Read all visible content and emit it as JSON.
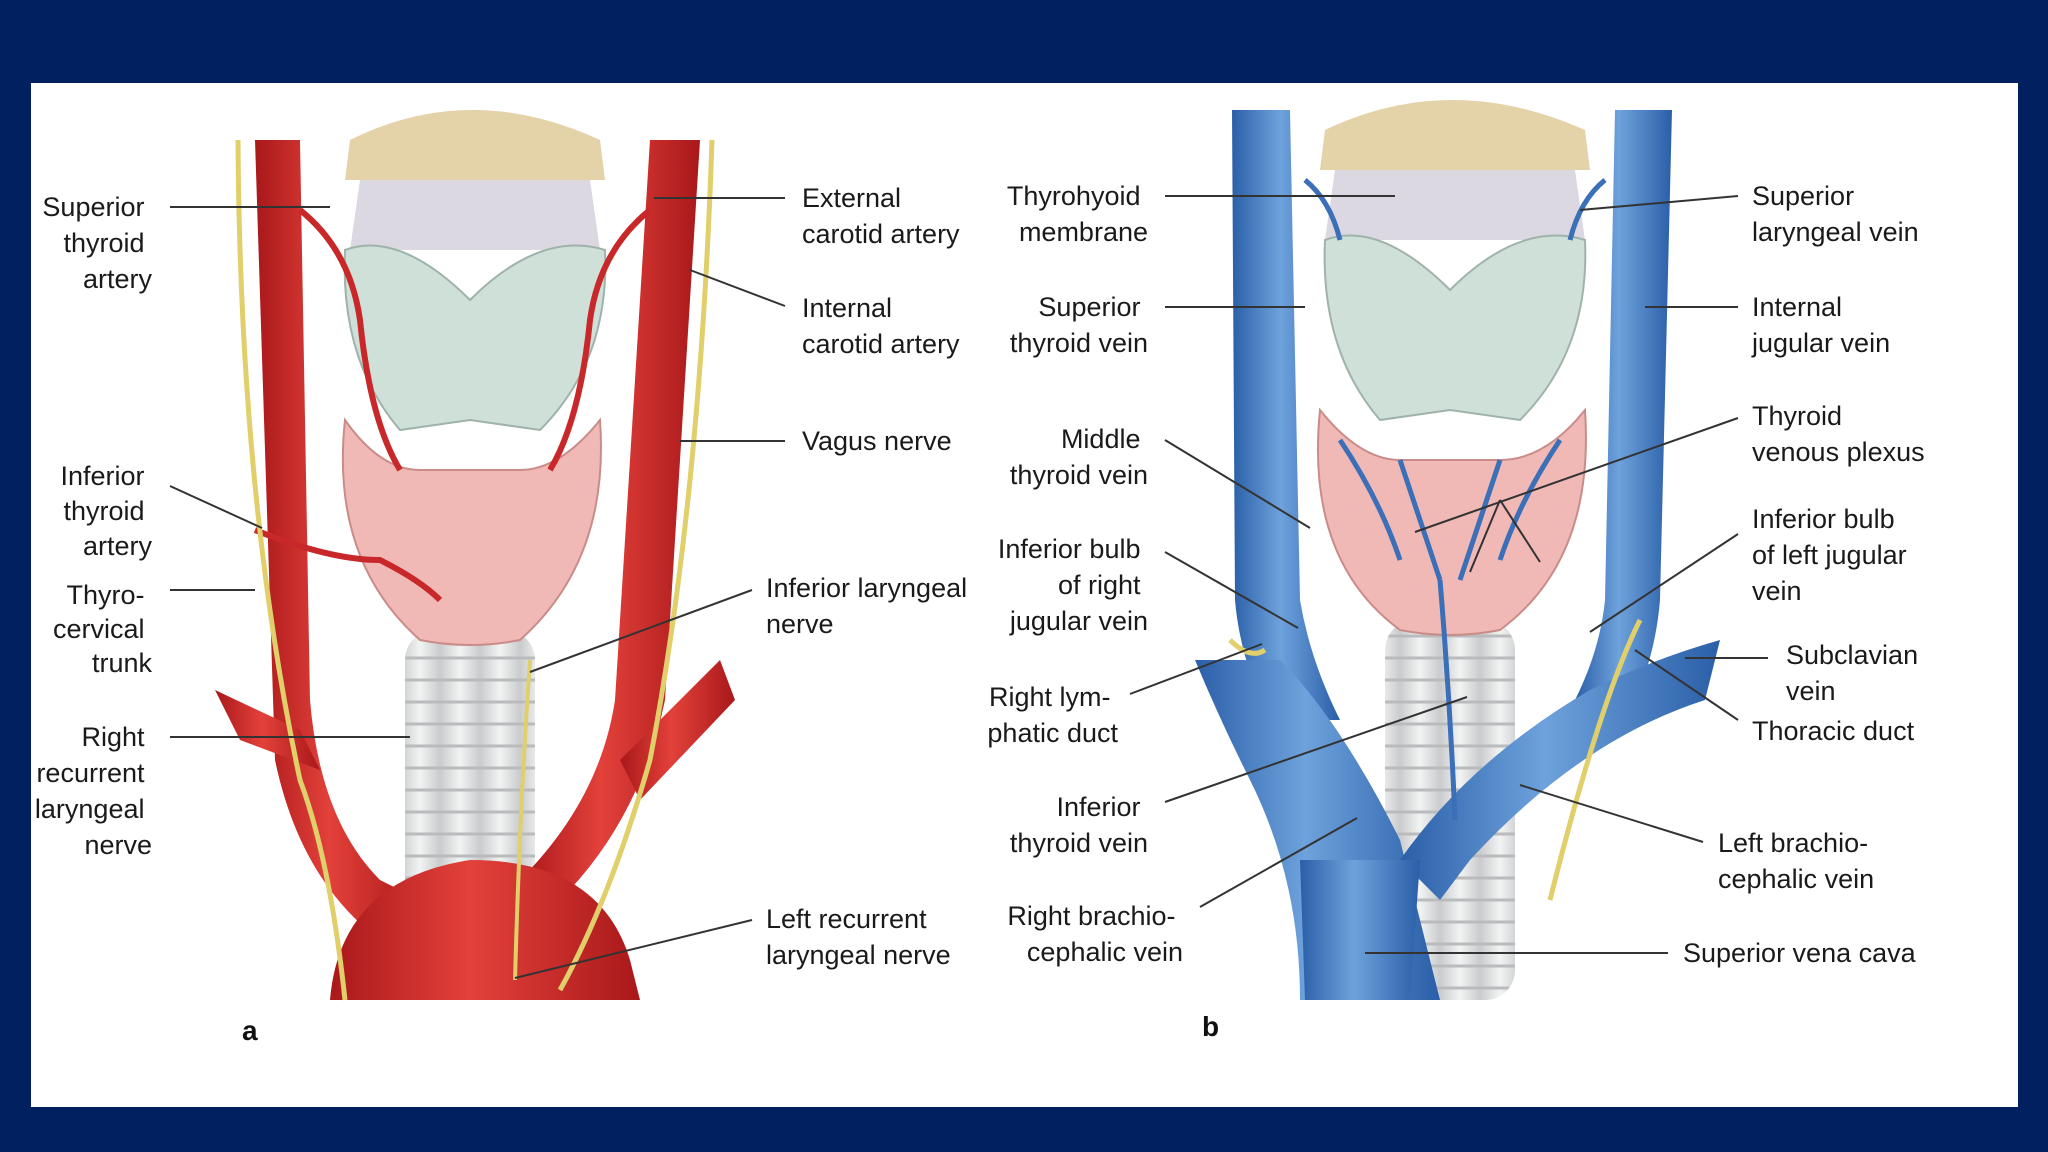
{
  "colors": {
    "frame": "#00205f",
    "artery": "#d6302b",
    "vein": "#3b78c4",
    "nerve": "#e0cf6a",
    "thyroid": "#f0b9b6",
    "cartilage": "#dfe2e3",
    "trachea": "#e8e9ea"
  },
  "panel_a": {
    "letter": "a",
    "labels": {
      "superior_thyroid_artery": [
        "Superior",
        "thyroid",
        "artery"
      ],
      "external_carotid_artery": [
        "External",
        "carotid artery"
      ],
      "internal_carotid_artery": [
        "Internal",
        "carotid artery"
      ],
      "vagus_nerve": [
        "Vagus nerve"
      ],
      "inferior_thyroid_artery": [
        "Inferior",
        "thyroid",
        "artery"
      ],
      "thyrocervical_trunk": [
        "Thyro-",
        "cervical",
        "trunk"
      ],
      "inferior_laryngeal_nerve": [
        "Inferior laryngeal",
        "nerve"
      ],
      "right_recurrent_laryngeal_nerve": [
        "Right",
        "recurrent",
        "laryngeal",
        "nerve"
      ],
      "left_recurrent_laryngeal_nerve": [
        "Left recurrent",
        "laryngeal nerve"
      ]
    }
  },
  "panel_b": {
    "letter": "b",
    "labels": {
      "thyrohyoid_membrane": [
        "Thyrohyoid",
        "membrane"
      ],
      "superior_laryngeal_vein": [
        "Superior",
        "laryngeal vein"
      ],
      "superior_thyroid_vein": [
        "Superior",
        "thyroid vein"
      ],
      "internal_jugular_vein": [
        "Internal",
        "jugular vein"
      ],
      "middle_thyroid_vein": [
        "Middle",
        "thyroid vein"
      ],
      "thyroid_venous_plexus": [
        "Thyroid",
        "venous plexus"
      ],
      "inferior_bulb_right_jugular_vein": [
        "Inferior bulb",
        "of right",
        "jugular vein"
      ],
      "inferior_bulb_left_jugular_vein": [
        "Inferior bulb",
        "of left jugular",
        "vein"
      ],
      "right_lymphatic_duct": [
        "Right lym-",
        "phatic duct"
      ],
      "subclavian_vein": [
        "Subclavian",
        "vein"
      ],
      "thoracic_duct": [
        "Thoracic duct"
      ],
      "inferior_thyroid_vein": [
        "Inferior",
        "thyroid vein"
      ],
      "left_brachiocephalic_vein": [
        "Left brachio-",
        "cephalic vein"
      ],
      "right_brachiocephalic_vein": [
        "Right brachio-",
        "cephalic vein"
      ],
      "superior_vena_cava": [
        "Superior vena cava"
      ]
    }
  }
}
